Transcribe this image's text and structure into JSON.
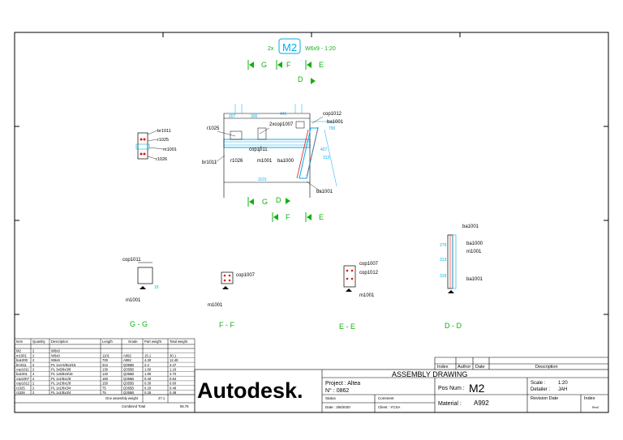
{
  "header": {
    "qty": "2x",
    "mark": "M2",
    "section": "W6x9 - 1:20"
  },
  "view_labels": {
    "g": "G",
    "f": "F",
    "e": "E",
    "d": "D"
  },
  "views": {
    "gg": "G - G",
    "ff": "F - F",
    "ee": "E - E",
    "dd": "D - D"
  },
  "part_labels": {
    "br1011": "br1011",
    "r1025": "r1025",
    "m1001": "m1001",
    "r1026": "r1026",
    "cop1011": "cop1011",
    "cop1012": "cop1012",
    "cop1007": "2xcop1007",
    "cop1007_single": "cop1007",
    "ba1001": "ba1001",
    "ba1000": "ba1000"
  },
  "dimensions": {
    "d207": "207",
    "d300": "300",
    "d441": "441",
    "d1101": "1101",
    "d427": "427",
    "d313": "313",
    "d700": "700",
    "d15": "15",
    "d279": "279",
    "d313b": "313",
    "d319": "319"
  },
  "bom": {
    "headers": [
      "Item",
      "Quantity",
      "Description",
      "Length",
      "Grade",
      "Part weight",
      "Total weight"
    ],
    "rows": [
      [
        "M2",
        "2",
        "W6x9",
        "",
        "",
        "",
        ""
      ],
      [
        "m1001",
        "2",
        "W6x9",
        "1101",
        "A992",
        "15.1",
        "30.1"
      ],
      [
        "ba1000",
        "2",
        "W6x9",
        "700",
        "A992",
        "4.30",
        "12.49"
      ],
      [
        "br1011",
        "2",
        "PL 1x4-5/8x3/16",
        "312",
        "Q355B",
        "2.4",
        "3.47"
      ],
      [
        "cop1011",
        "2",
        "PL 3x5/8x3/8",
        "130",
        "Q355B",
        "1.60",
        "1.16"
      ],
      [
        "ba1001",
        "4",
        "PL 1x5/8x9/16",
        "140",
        "Q355B",
        "1.80",
        "4.70"
      ],
      [
        "cop1007",
        "2",
        "PL 1x1/8x1/8",
        "160",
        "Q355B",
        "0.40",
        "0.84"
      ],
      [
        "cop1012",
        "2",
        "PL 1x1/8x1/8",
        "150",
        "Q355B",
        "0.30",
        "0.60"
      ],
      [
        "r1025",
        "2",
        "PL 1x1/8x3/4",
        "75",
        "Q355B",
        "0.20",
        "0.48"
      ],
      [
        "r1026",
        "2",
        "PL 1x1/8x3/4",
        "75",
        "Q355B",
        "0.25",
        "0.48"
      ]
    ],
    "one_weight_label": "One assembly weight",
    "one_weight": "27.1",
    "combined_label": "Combined Total",
    "combined_weight": "65.75"
  },
  "title_block": {
    "revision_headers": [
      "Index",
      "Author",
      "Date",
      "Description"
    ],
    "logo": "Autodesk.",
    "drawing_title": "ASSEMBLY DRAWING",
    "project_label": "Project : Altea",
    "number_label": "N° : 0862",
    "pos_label": "Pos Num :",
    "pos_value": "M2",
    "scale_label": "Scale :",
    "scale_value": "1:20",
    "detailer_label": "Detailer :",
    "detailer_value": "JAH",
    "material_label": "Material :",
    "material_value": "A992",
    "revision_date_label": "Revision Date",
    "index_label": "Index",
    "status_label": "Status",
    "comment_label": "Comment",
    "date_value": "Date : 3/6/2020",
    "client_value": "Client : YCSA",
    "sheet_value": "Rev0"
  },
  "colors": {
    "line": "#000000",
    "cyan": "#00aeea",
    "green": "#10b010",
    "red": "#e01818",
    "brown": "#8b4513"
  }
}
